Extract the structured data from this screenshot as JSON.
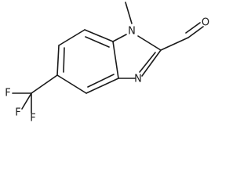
{
  "molecule": {
    "atoms": {
      "n1": "N",
      "n3": "N",
      "o": "O",
      "f1": "F",
      "f2": "F",
      "f3": "F"
    }
  }
}
